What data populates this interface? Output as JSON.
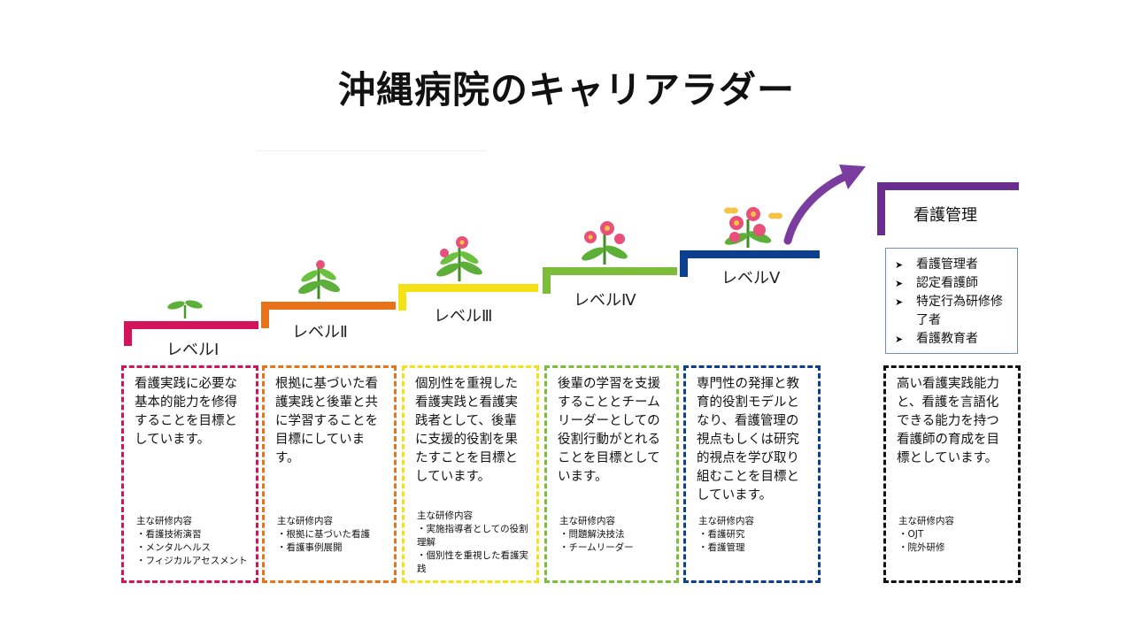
{
  "title": "沖縄病院のキャリアラダー",
  "levels": [
    {
      "label": "レベルⅠ",
      "color": "#d4145a",
      "description": "看護実践に必要な基本的能力を修得することを目標としています。",
      "training_header": "主な研修内容",
      "training": [
        "・看護技術演習",
        "・メンタルヘルス",
        "・フィジカルアセスメント"
      ]
    },
    {
      "label": "レベルⅡ",
      "color": "#e8731a",
      "description": "根拠に基づいた看護実践と後輩と共に学習することを目標にしています。",
      "training_header": "主な研修内容",
      "training": [
        "・根拠に基づいた看護",
        "・看護事例展開"
      ]
    },
    {
      "label": "レベルⅢ",
      "color": "#f2e216",
      "description": "個別性を重視した看護実践と看護実践者として、後輩に支援的役割を果たすことを目標としています。",
      "training_header": "主な研修内容",
      "training": [
        "・実施指導者としての役割理解",
        "・個別性を重視した看護実践"
      ]
    },
    {
      "label": "レベルⅣ",
      "color": "#7cbd3a",
      "description": "後輩の学習を支援することとチームリーダーとしての役割行動がとれることを目標としています。",
      "training_header": "主な研修内容",
      "training": [
        "・問題解決技法",
        "・チームリーダー"
      ]
    },
    {
      "label": "レベルⅤ",
      "color": "#0d3f8f",
      "description": "専門性の発揮と教育的役割モデルとなり、看護管理の視点もしくは研究的視点を学び取り組むことを目標としています。",
      "training_header": "主な研修内容",
      "training": [
        "・看護研究",
        "・看護管理"
      ]
    }
  ],
  "management": {
    "title": "看護管理",
    "color": "#6a2c91",
    "list_bullet": "➤",
    "roles": [
      "看護管理者",
      "認定看護師",
      "特定行為研修修了者",
      "看護教育者"
    ],
    "description": "高い看護実践能力と、看護を言語化できる能力を持つ看護師の育成を目標としています。",
    "training_header": "主な研修内容",
    "training": [
      "・OJT",
      "・院外研修"
    ]
  }
}
